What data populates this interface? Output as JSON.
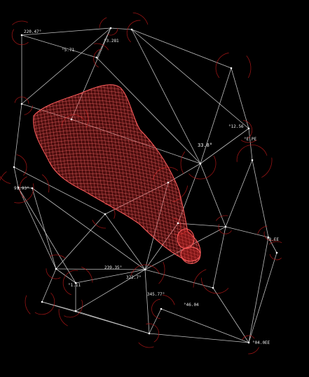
{
  "labels": [
    {
      "id": "lbl-a",
      "text": "220.47°"
    },
    {
      "id": "lbl-b",
      "text": "°3.281"
    },
    {
      "id": "lbl-c",
      "text": "°5.71"
    },
    {
      "id": "lbl-d",
      "text": "33.8°"
    },
    {
      "id": "lbl-e",
      "text": "°12.56"
    },
    {
      "id": "lbl-f",
      "text": "°E.PE"
    },
    {
      "id": "lbl-g",
      "text": "°3.EE"
    },
    {
      "id": "lbl-h",
      "text": "239.35°"
    },
    {
      "id": "lbl-i",
      "text": "322.7°"
    },
    {
      "id": "lbl-j",
      "text": "345.77°"
    },
    {
      "id": "lbl-k",
      "text": "°04.0EE"
    },
    {
      "id": "lbl-l",
      "text": "°46.04"
    },
    {
      "id": "lbl-m",
      "text": "91.93°"
    },
    {
      "id": "lbl-n",
      "text": "°1.11"
    }
  ],
  "colors": {
    "background": "#000000",
    "edges": "#d4d4d4",
    "arcs": "#b01818",
    "mesh": "#ff5c5c"
  }
}
